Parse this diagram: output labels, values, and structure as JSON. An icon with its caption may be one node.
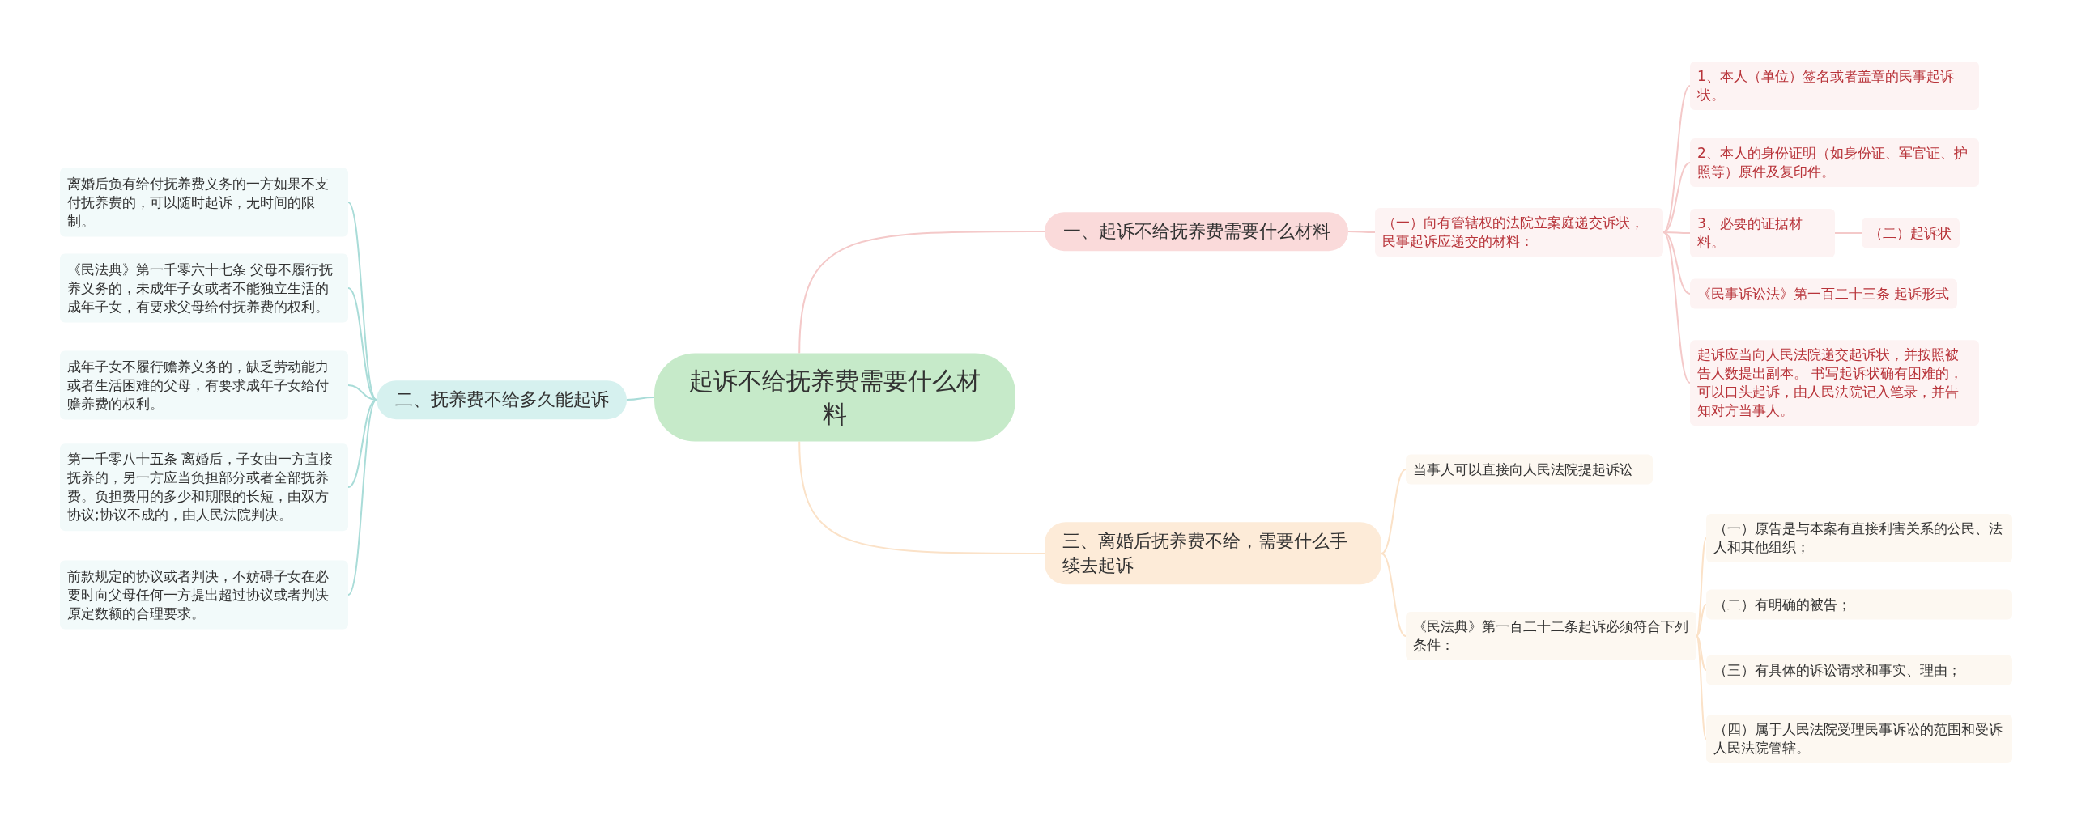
{
  "diagram": {
    "nodes": [
      {
        "text": [
          "起诉不给抚养费需要什么材料"
        ]
      },
      {
        "text": [
          "一、起诉不给抚养费需要什么材料"
        ]
      },
      {
        "text": [
          "（一）向有管辖权的法院立案庭递交诉状，民事起诉应递交的材料："
        ]
      },
      {
        "text": [
          "1、本人（单位）签名或者盖章的民事起诉状。"
        ]
      },
      {
        "text": [
          "2、本人的身份证明（如身份证、军官证、护照等）原件及复印件。"
        ]
      },
      {
        "text": [
          "3、必要的证据材料。"
        ]
      },
      {
        "text": [
          "（二）起诉状"
        ]
      },
      {
        "text": [
          "《民事诉讼法》第一百二十三条 起诉形式"
        ]
      },
      {
        "text": [
          "起诉应当向人民法院递交起诉状，并按照被告人数提出副本。 书写起诉状确有困难的，可以口头起诉，由人民法院记入笔录，并告知对方当事人。"
        ]
      },
      {
        "text": [
          "二、抚养费不给多久能起诉"
        ]
      },
      {
        "text": [
          "离婚后负有给付抚养费义务的一方如果不支付抚养费的，可以随时起诉，无时间的限制。"
        ]
      },
      {
        "text": [
          "《民法典》第一千零六十七条 父母不履行抚养义务的，未成年子女或者不能独立生活的成年子女，有要求父母给付抚养费的权利。"
        ]
      },
      {
        "text": [
          "成年子女不履行赡养义务的，缺乏劳动能力或者生活困难的父母，有要求成年子女给付赡养费的权利。"
        ]
      },
      {
        "text": [
          "第一千零八十五条 离婚后，子女由一方直接抚养的，另一方应当负担部分或者全部抚养费。负担费用的多少和期限的长短，由双方协议;协议不成的，由人民法院判决。"
        ]
      },
      {
        "text": [
          "前款规定的协议或者判决，不妨碍子女在必要时向父母任何一方提出超过协议或者判决原定数额的合理要求。"
        ]
      },
      {
        "text": [
          "三、离婚后抚养费不给，需要什么手续去起诉"
        ]
      },
      {
        "text": [
          "当事人可以直接向人民法院提起诉讼"
        ]
      },
      {
        "text": [
          "《民法典》第一百二十二条起诉必须符合下列条件："
        ]
      },
      {
        "text": [
          "（一）原告是与本案有直接利害关系的公民、法人和其他组织；"
        ]
      },
      {
        "text": [
          "（二）有明确的被告；"
        ]
      },
      {
        "text": [
          "（三）有具体的诉讼请求和事实、理由；"
        ]
      },
      {
        "text": [
          "（四）属于人民法院受理民事诉讼的范围和受诉人民法院管辖。"
        ]
      }
    ],
    "edges": [
      {
        "from": 0,
        "to": 1,
        "arrow": "none",
        "color": "#f4c9c9"
      },
      {
        "from": 0,
        "to": 9,
        "arrow": "none",
        "color": "#a9dcd8"
      },
      {
        "from": 0,
        "to": 15,
        "arrow": "none",
        "color": "#fbe2c8"
      },
      {
        "from": 1,
        "to": 2,
        "arrow": "none",
        "color": "#f4c9c9"
      },
      {
        "from": 2,
        "to": 3,
        "arrow": "none",
        "color": "#f4c9c9"
      },
      {
        "from": 2,
        "to": 4,
        "arrow": "none",
        "color": "#f4c9c9"
      },
      {
        "from": 2,
        "to": 5,
        "arrow": "none",
        "color": "#f4c9c9"
      },
      {
        "from": 5,
        "to": 6,
        "arrow": "none",
        "color": "#f4c9c9"
      },
      {
        "from": 2,
        "to": 7,
        "arrow": "none",
        "color": "#f4c9c9"
      },
      {
        "from": 2,
        "to": 8,
        "arrow": "none",
        "color": "#f4c9c9"
      },
      {
        "from": 9,
        "to": 10,
        "arrow": "none",
        "color": "#a9dcd8"
      },
      {
        "from": 9,
        "to": 11,
        "arrow": "none",
        "color": "#a9dcd8"
      },
      {
        "from": 9,
        "to": 12,
        "arrow": "none",
        "color": "#a9dcd8"
      },
      {
        "from": 9,
        "to": 13,
        "arrow": "none",
        "color": "#a9dcd8"
      },
      {
        "from": 9,
        "to": 14,
        "arrow": "none",
        "color": "#a9dcd8"
      },
      {
        "from": 15,
        "to": 16,
        "arrow": "none",
        "color": "#fbe2c8"
      },
      {
        "from": 15,
        "to": 17,
        "arrow": "none",
        "color": "#fbe2c8"
      },
      {
        "from": 17,
        "to": 18,
        "arrow": "none",
        "color": "#fbe2c8"
      },
      {
        "from": 17,
        "to": 19,
        "arrow": "none",
        "color": "#fbe2c8"
      },
      {
        "from": 17,
        "to": 20,
        "arrow": "none",
        "color": "#fbe2c8"
      },
      {
        "from": 17,
        "to": 21,
        "arrow": "none",
        "color": "#fbe2c8"
      }
    ]
  }
}
